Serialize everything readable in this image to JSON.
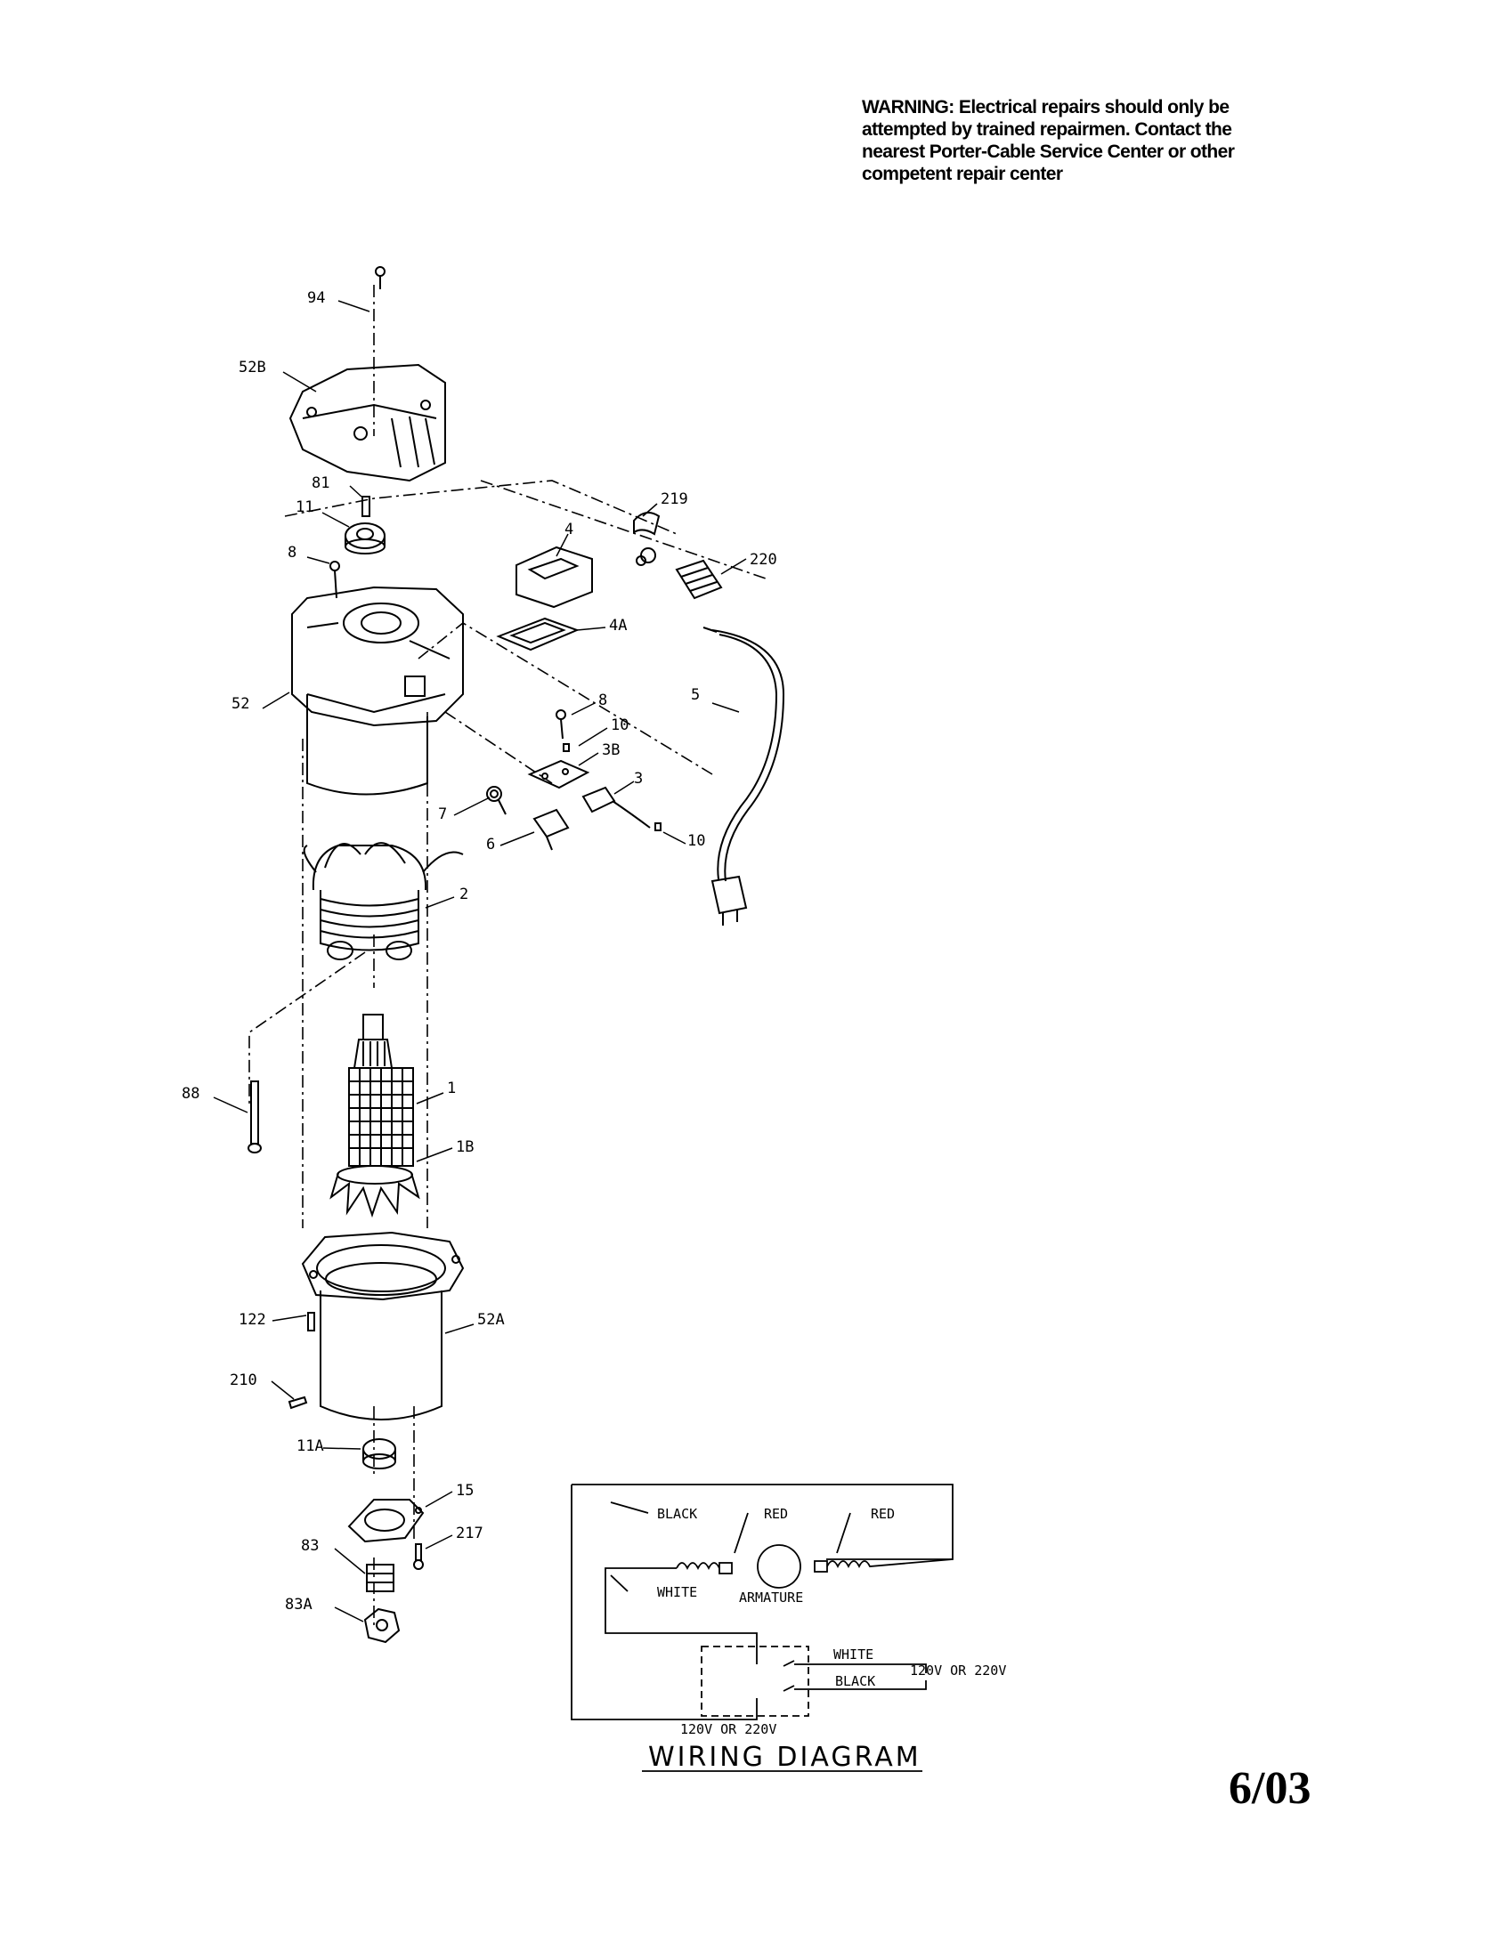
{
  "warning": {
    "line1": "WARNING: Electrical repairs should only be",
    "line2": "attempted by trained repairmen. Contact the",
    "line3": "nearest Porter-Cable Service Center or other",
    "line4": "competent repair center"
  },
  "parts": {
    "p94": "94",
    "p52B": "52B",
    "p81": "81",
    "p11": "11",
    "p8a": "8",
    "p219": "219",
    "p220": "220",
    "p4": "4",
    "p4A": "4A",
    "p52": "52",
    "p5": "5",
    "p8b": "8",
    "p10a": "10",
    "p3B": "3B",
    "p3": "3",
    "p7": "7",
    "p6": "6",
    "p10b": "10",
    "p2": "2",
    "p88": "88",
    "p1": "1",
    "p1B": "1B",
    "p122": "122",
    "p52A": "52A",
    "p210": "210",
    "p11A": "11A",
    "p15": "15",
    "p83": "83",
    "p217": "217",
    "p83A": "83A"
  },
  "wiring": {
    "black_top": "BLACK",
    "red_left": "RED",
    "red_right": "RED",
    "white_left": "WHITE",
    "armature": "ARMATURE",
    "white_right": "WHITE",
    "black_right": "BLACK",
    "voltage_right": "120V OR 220V",
    "voltage_bottom": "120V OR 220V",
    "title": "WIRING DIAGRAM"
  },
  "date": "6/03"
}
